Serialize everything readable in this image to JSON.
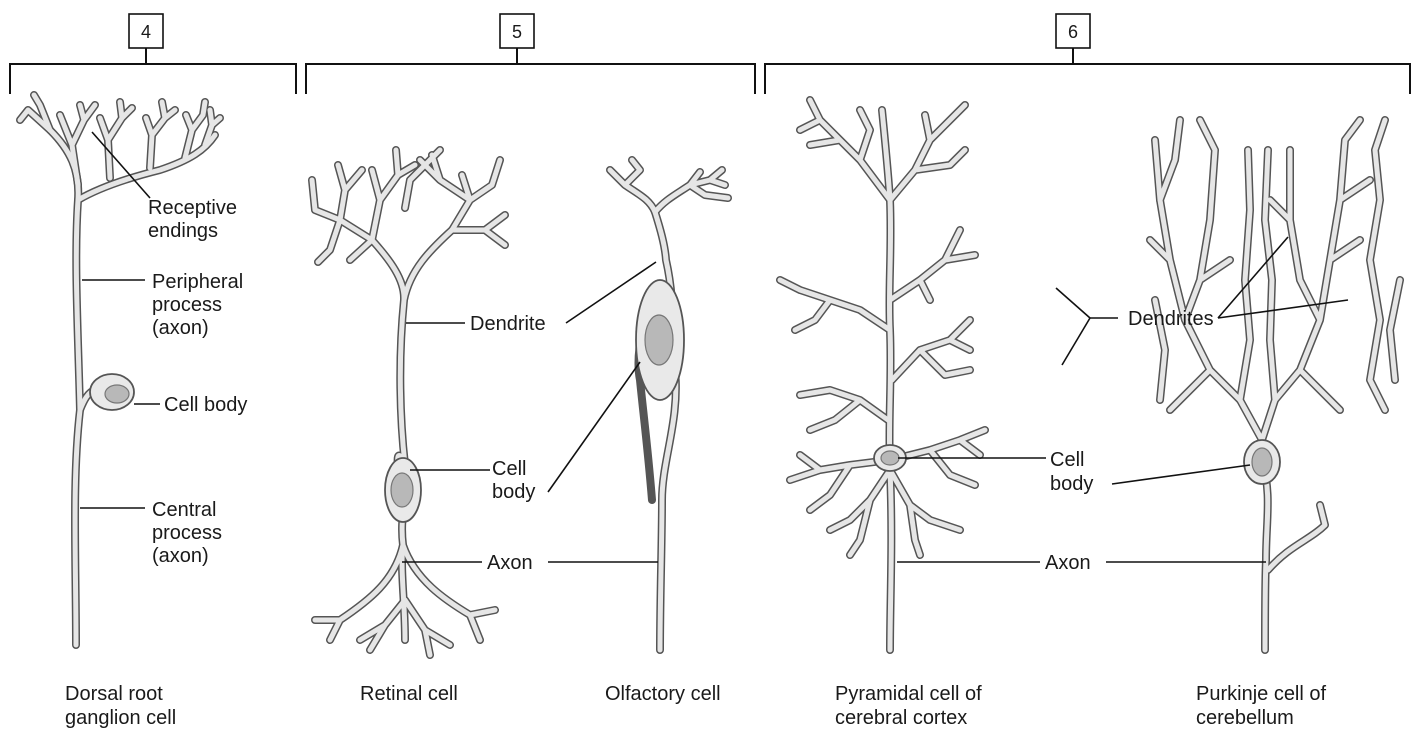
{
  "groups": [
    {
      "number": "4"
    },
    {
      "number": "5"
    },
    {
      "number": "6"
    }
  ],
  "labels": {
    "receptive_endings": [
      "Receptive",
      "endings"
    ],
    "peripheral_process": [
      "Peripheral",
      "process",
      "(axon)"
    ],
    "cell_body_drg": "Cell body",
    "central_process": [
      "Central",
      "process",
      "(axon)"
    ],
    "dendrite": "Dendrite",
    "cell_body_5": [
      "Cell",
      "body"
    ],
    "axon_5": "Axon",
    "dendrites_6": "Dendrites",
    "cell_body_6": [
      "Cell",
      "body"
    ],
    "axon_6": "Axon"
  },
  "captions": {
    "dorsal_root": [
      "Dorsal root",
      "ganglion cell"
    ],
    "retinal": "Retinal cell",
    "olfactory": "Olfactory cell",
    "pyramidal": [
      "Pyramidal cell of",
      "cerebral cortex"
    ],
    "purkinje": [
      "Purkinje cell of",
      "cerebellum"
    ]
  }
}
